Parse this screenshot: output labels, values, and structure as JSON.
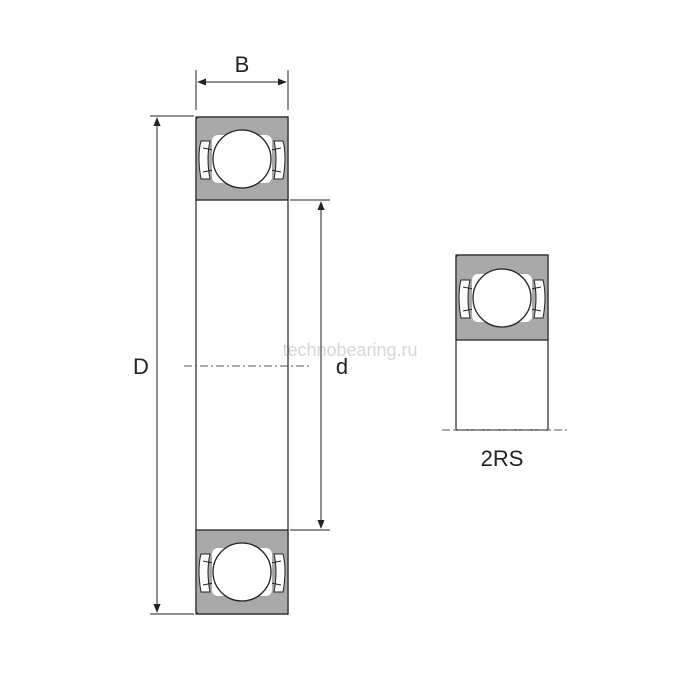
{
  "labels": {
    "width": "B",
    "outer_diameter": "D",
    "bore_diameter": "d",
    "seal_type": "2RS"
  },
  "watermark": "technobearing.ru",
  "colors": {
    "ring_fill": "#a9a9a9",
    "line": "#222222",
    "ball_fill": "#ffffff",
    "watermark": "#d6d6d6"
  }
}
